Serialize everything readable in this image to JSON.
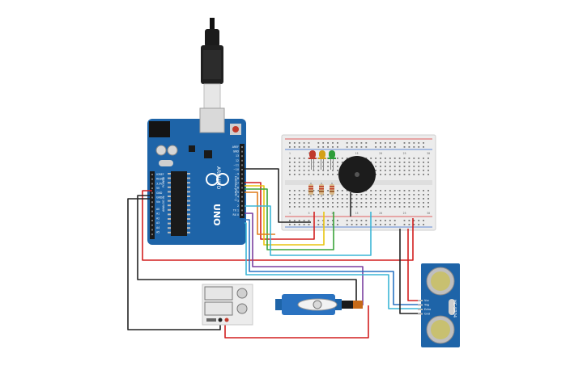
{
  "arduino": {
    "model": "UNO",
    "brand": "ARDUINO",
    "power_pins": [
      "IOREF",
      "RESET",
      "3.3V",
      "5V",
      "GND",
      "GND",
      "Vin"
    ],
    "analog_pins": [
      "A0",
      "A1",
      "A2",
      "A3",
      "A4",
      "A5"
    ],
    "analog_header": "ANALOG IN",
    "power_header": "POWER",
    "digital_header": "DIGITAL (PWM ~)",
    "digital_pins": [
      "AREF",
      "GND",
      "13",
      "12",
      "~11",
      "~10",
      "~9",
      "8",
      "7",
      "~6",
      "~5",
      "4",
      "~3",
      "2",
      "TX 1",
      "RX 0"
    ]
  },
  "breadboard": {
    "column_numbers": [
      "1",
      "5",
      "10",
      "15",
      "20",
      "25",
      "30"
    ]
  },
  "leds": [
    {
      "color_name": "red",
      "color": "#c0392b"
    },
    {
      "color_name": "yellow",
      "color": "#d4a017"
    },
    {
      "color_name": "green",
      "color": "#2e9e3a"
    }
  ],
  "ultrasonic": {
    "pins": [
      "Vcc",
      "Trig",
      "Echo",
      "Gnd"
    ],
    "model": "HC-SR04"
  },
  "colors": {
    "board": "#1e64a8",
    "board_dark": "#154d84",
    "wire_black": "#222222",
    "wire_red": "#d21f1f",
    "wire_orange": "#e07b1a",
    "wire_yellow": "#e8c40f",
    "wire_green": "#3aa33a",
    "wire_cyan": "#3bb5d6",
    "wire_blue": "#2a74c4",
    "wire_purple": "#7a3fa0"
  }
}
